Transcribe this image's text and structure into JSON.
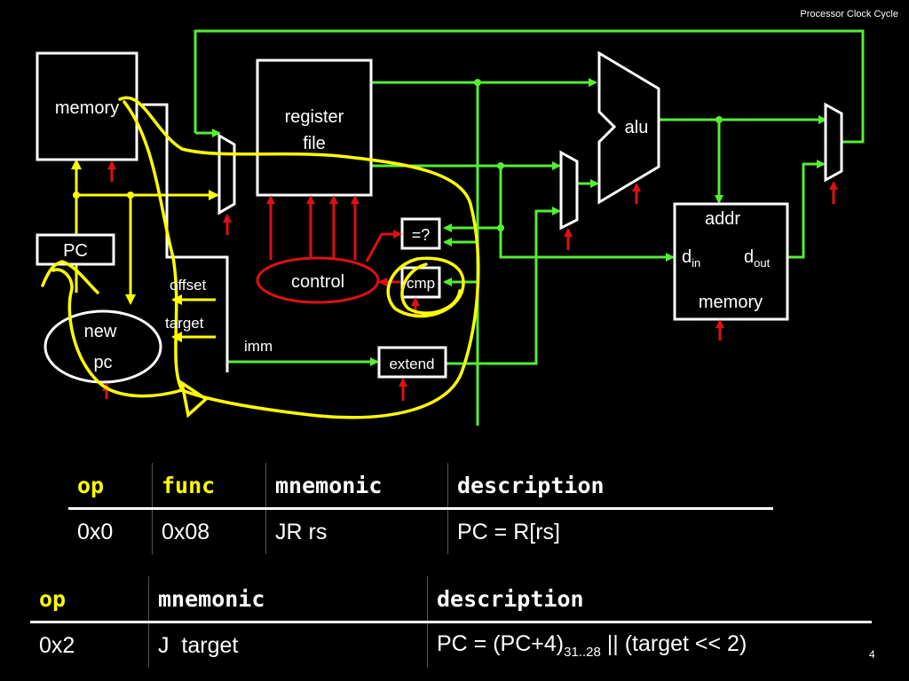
{
  "header": {
    "title": "Processor Clock Cycle"
  },
  "diagram": {
    "memory_left": "memory",
    "register_file_line1": "register",
    "register_file_line2": "file",
    "alu": "alu",
    "pc": "PC",
    "new_pc_line1": "new",
    "new_pc_line2": "pc",
    "offset": "offset",
    "target": "target",
    "imm": "imm",
    "control": "control",
    "eq": "=?",
    "cmp": "cmp",
    "extend": "extend",
    "addr": "addr",
    "d_in": "d",
    "d_in_sub": "in",
    "d_out": "d",
    "d_out_sub": "out",
    "memory_right": "memory"
  },
  "colors": {
    "wire": "#55ee33",
    "control": "#dd1111",
    "annotation": "#ffff00",
    "box": "#ffffff"
  },
  "table1": {
    "headers": [
      {
        "text": "op",
        "highlight": true
      },
      {
        "text": "func",
        "highlight": true
      },
      {
        "text": "mnemonic",
        "highlight": false
      },
      {
        "text": "description",
        "highlight": false
      }
    ],
    "rows": [
      [
        "0x0",
        "0x08",
        "JR rs",
        "PC = R[rs]"
      ]
    ]
  },
  "table2": {
    "headers": [
      {
        "text": "op",
        "highlight": true
      },
      {
        "text": "mnemonic",
        "highlight": false
      },
      {
        "text": "description",
        "highlight": false
      }
    ],
    "row": {
      "op": "0x2",
      "mnemonic": "J  target",
      "desc_prefix": "PC = (PC+4)",
      "desc_sub": "31..28",
      "desc_suffix": " || (target << 2)"
    }
  },
  "footer": {
    "slide_number": "4"
  }
}
